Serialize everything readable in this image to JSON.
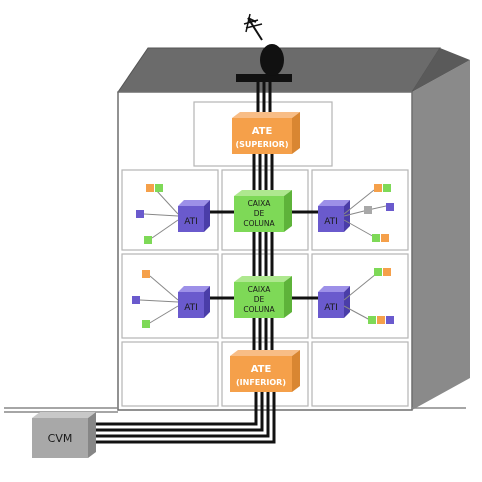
{
  "labels": {
    "ate_top_line1": "ATE",
    "ate_top_line2": "(SUPERIOR)",
    "ate_bottom_line1": "ATE",
    "ate_bottom_line2": "(INFERIOR)",
    "caixa_line1": "CAIXA",
    "caixa_line2": "DE",
    "caixa_line3": "COLUNA",
    "ati": "ATI",
    "cvm": "CVM"
  },
  "colors": {
    "ate": "#f5a04a",
    "caixa": "#7ed957",
    "ati": "#6a5acd",
    "cvm": "#a8a8a8",
    "roof": "#6b6b6b",
    "wall_side": "#8a8a8a",
    "cable": "#111111",
    "device_orange": "#f5a04a",
    "device_green": "#7ed957",
    "device_blue": "#6a5acd",
    "device_gray": "#a8a8a8"
  }
}
